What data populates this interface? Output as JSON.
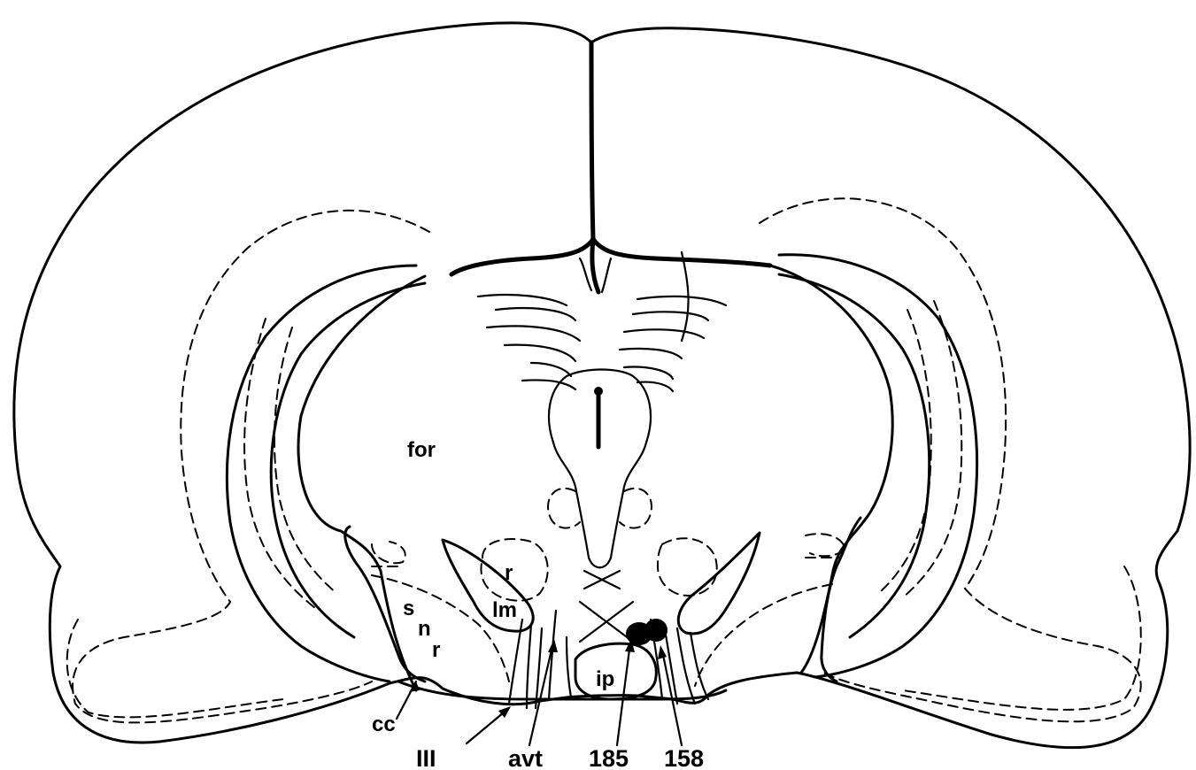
{
  "labels": {
    "for": "for",
    "r": "r",
    "lm": "lm",
    "snr_s": "s",
    "snr_n": "n",
    "snr_r": "r",
    "ip": "ip",
    "cc": "cc",
    "iii": "III",
    "avt": "avt",
    "n185": "185",
    "n158": "158"
  },
  "colors": {
    "ink": "#000000",
    "paper": "#ffffff"
  }
}
